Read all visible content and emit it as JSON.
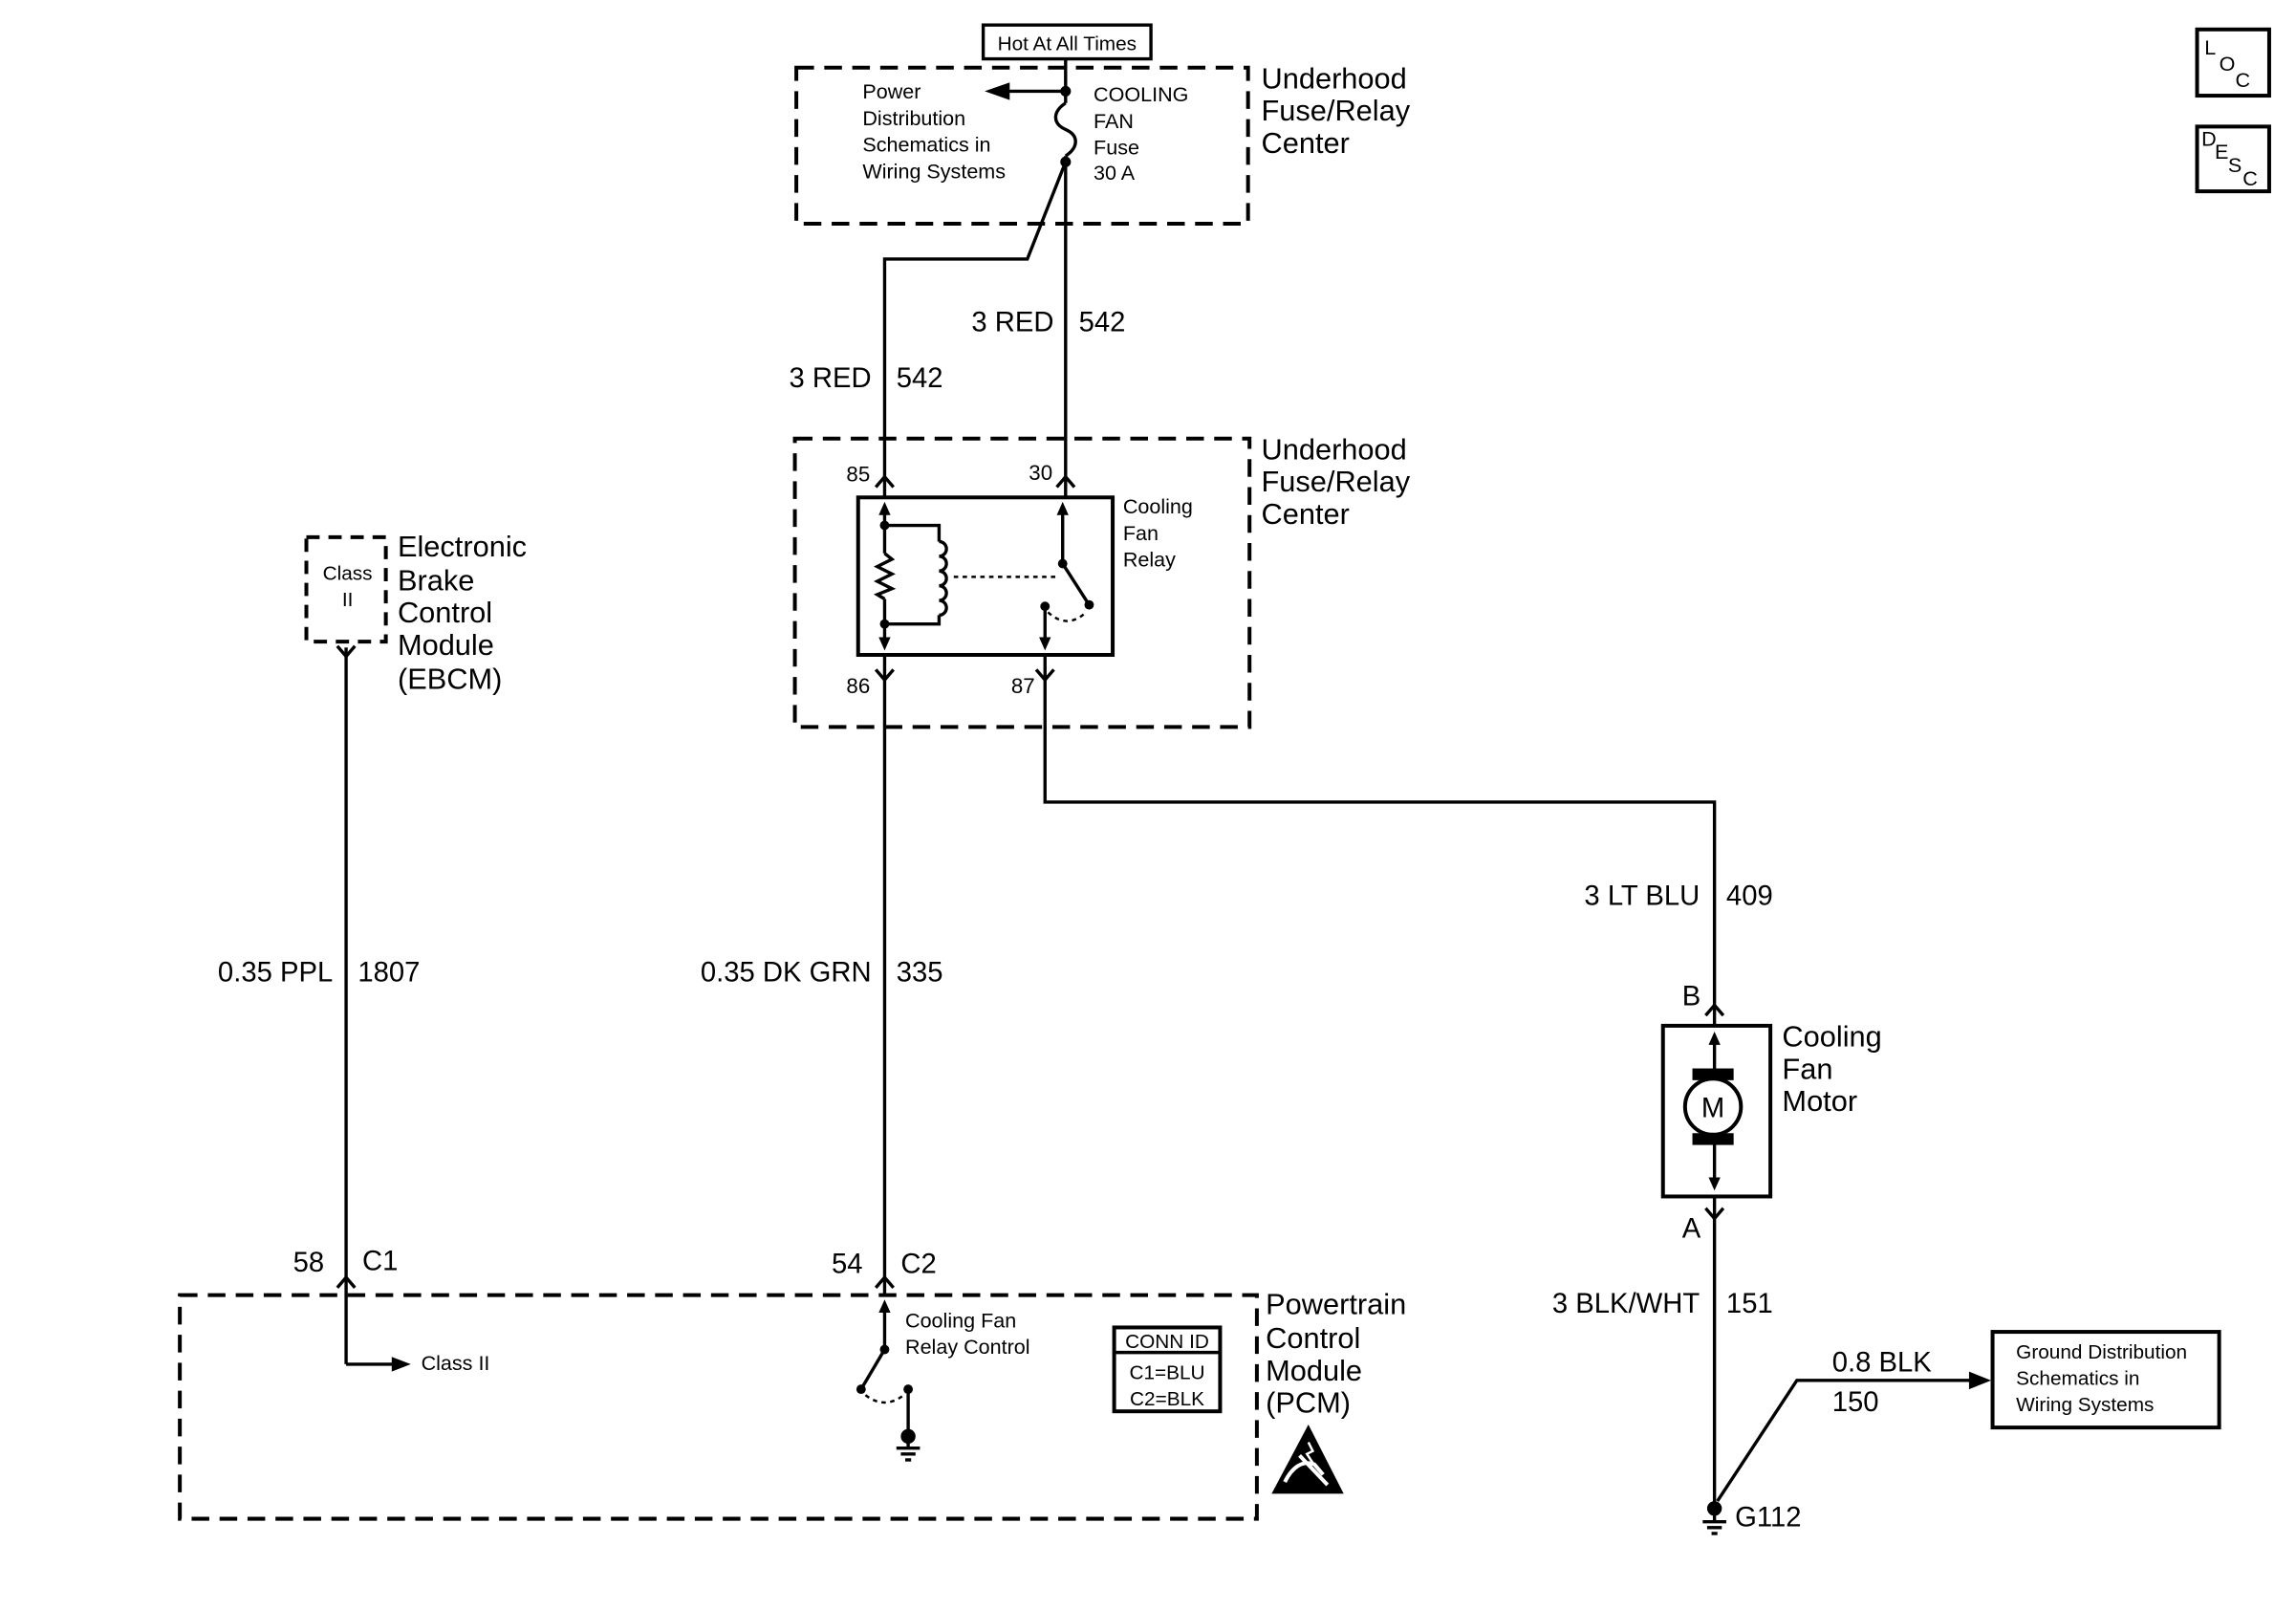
{
  "hot_at_all_times": "Hot At All Times",
  "corner_buttons": {
    "loc": {
      "letters": [
        "L",
        "O",
        "C"
      ],
      "icon": "location-view-icon"
    },
    "desc": {
      "letters": [
        "D",
        "E",
        "S",
        "C"
      ],
      "icon": "description-view-icon"
    }
  },
  "fuse_block": {
    "label_lines": [
      "Underhood",
      "Fuse/Relay",
      "Center"
    ],
    "power_ref_lines": [
      "Power",
      "Distribution",
      "Schematics in",
      "Wiring Systems"
    ],
    "fuse_lines": [
      "COOLING",
      "FAN",
      "Fuse",
      "30 A"
    ]
  },
  "relay_block": {
    "label_lines": [
      "Underhood",
      "Fuse/Relay",
      "Center"
    ],
    "relay_lines": [
      "Cooling",
      "Fan",
      "Relay"
    ],
    "pins": {
      "p85": "85",
      "p30": "30",
      "p86": "86",
      "p87": "87"
    }
  },
  "wires": {
    "fuse_to_pin30": {
      "size_color": "3 RED",
      "circuit": "542"
    },
    "fuse_to_pin85": {
      "size_color": "3 RED",
      "circuit": "542"
    },
    "relay_to_motor": {
      "size_color": "3 LT BLU",
      "circuit": "409"
    },
    "ebcm_to_pcm": {
      "size_color": "0.35 PPL",
      "circuit": "1807"
    },
    "relay_to_pcm": {
      "size_color": "0.35 DK GRN",
      "circuit": "335"
    },
    "motor_to_ground": {
      "size_color": "3 BLK/WHT",
      "circuit": "151"
    },
    "ground_ref": {
      "size_color": "0.8 BLK",
      "circuit": "150"
    }
  },
  "motor": {
    "label_lines": [
      "Cooling",
      "Fan",
      "Motor"
    ],
    "symbol": "M",
    "pin_top": "B",
    "pin_bottom": "A"
  },
  "ebcm": {
    "inner_lines": [
      "Class",
      "II"
    ],
    "label_lines": [
      "Electronic",
      "Brake",
      "Control",
      "Module",
      "(EBCM)"
    ]
  },
  "pcm": {
    "label_lines": [
      "Powertrain",
      "Control",
      "Module",
      "(PCM)"
    ],
    "c1": {
      "pin": "58",
      "connector": "C1"
    },
    "c2": {
      "pin": "54",
      "connector": "C2"
    },
    "class2_label": "Class II",
    "relay_control_lines": [
      "Cooling Fan",
      "Relay Control"
    ],
    "conn_id": {
      "title": "CONN ID",
      "rows": [
        "C1=BLU",
        "C2=BLK"
      ]
    },
    "esd_icon": "esd-sensitive-icon"
  },
  "ground": {
    "name": "G112",
    "icon": "ground-icon",
    "ref_lines": [
      "Ground Distribution",
      "Schematics in",
      "Wiring Systems"
    ]
  }
}
